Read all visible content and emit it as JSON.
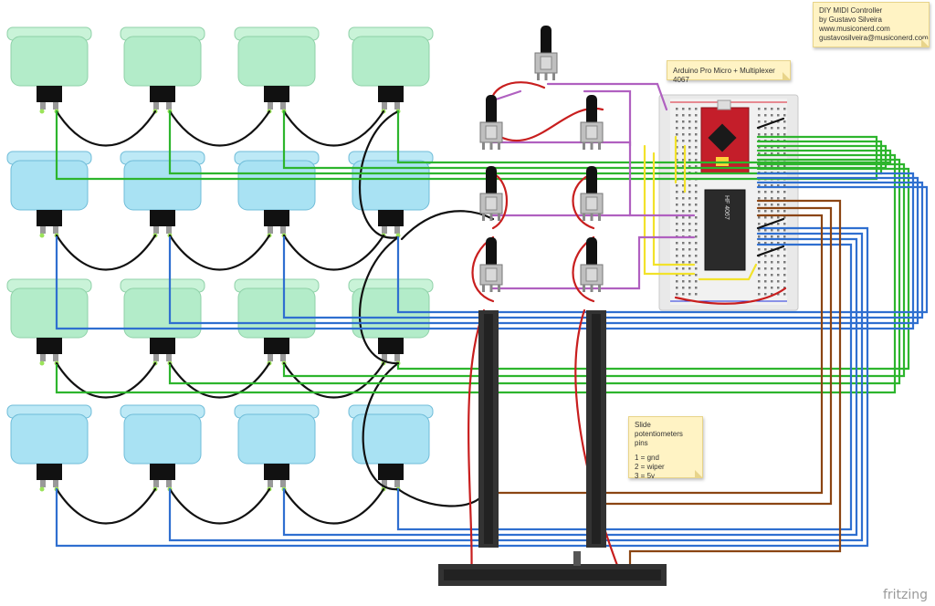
{
  "info_note": {
    "title": "DIY MIDI Controller",
    "author": "by Gustavo Silveira",
    "website": "www.musiconerd.com",
    "email": "gustavosilveira@musiconerd.com"
  },
  "board_note": {
    "label": "Arduino Pro Micro + Multiplexer 4067"
  },
  "slide_note": {
    "title": "Slide potentiometers",
    "subtitle": "pins",
    "pin1": "1 = gnd",
    "pin2": "2 = wiper",
    "pin3": "3 = 5v"
  },
  "chip_label": "HF 4067",
  "watermark": "fritzing",
  "button_rows": [
    {
      "color": "green",
      "count": 4
    },
    {
      "color": "blue",
      "count": 4
    },
    {
      "color": "green",
      "count": 4
    },
    {
      "color": "blue",
      "count": 4
    }
  ],
  "colors": {
    "green_button": "#b3ecc9",
    "blue_button": "#a9e2f3",
    "wire_green": "#2db52d",
    "wire_blue": "#2f6fd0",
    "wire_yellow": "#f2e22a",
    "wire_purple": "#b060c0",
    "wire_brown": "#8b4513",
    "wire_red": "#c81e1e",
    "wire_black": "#111111"
  }
}
